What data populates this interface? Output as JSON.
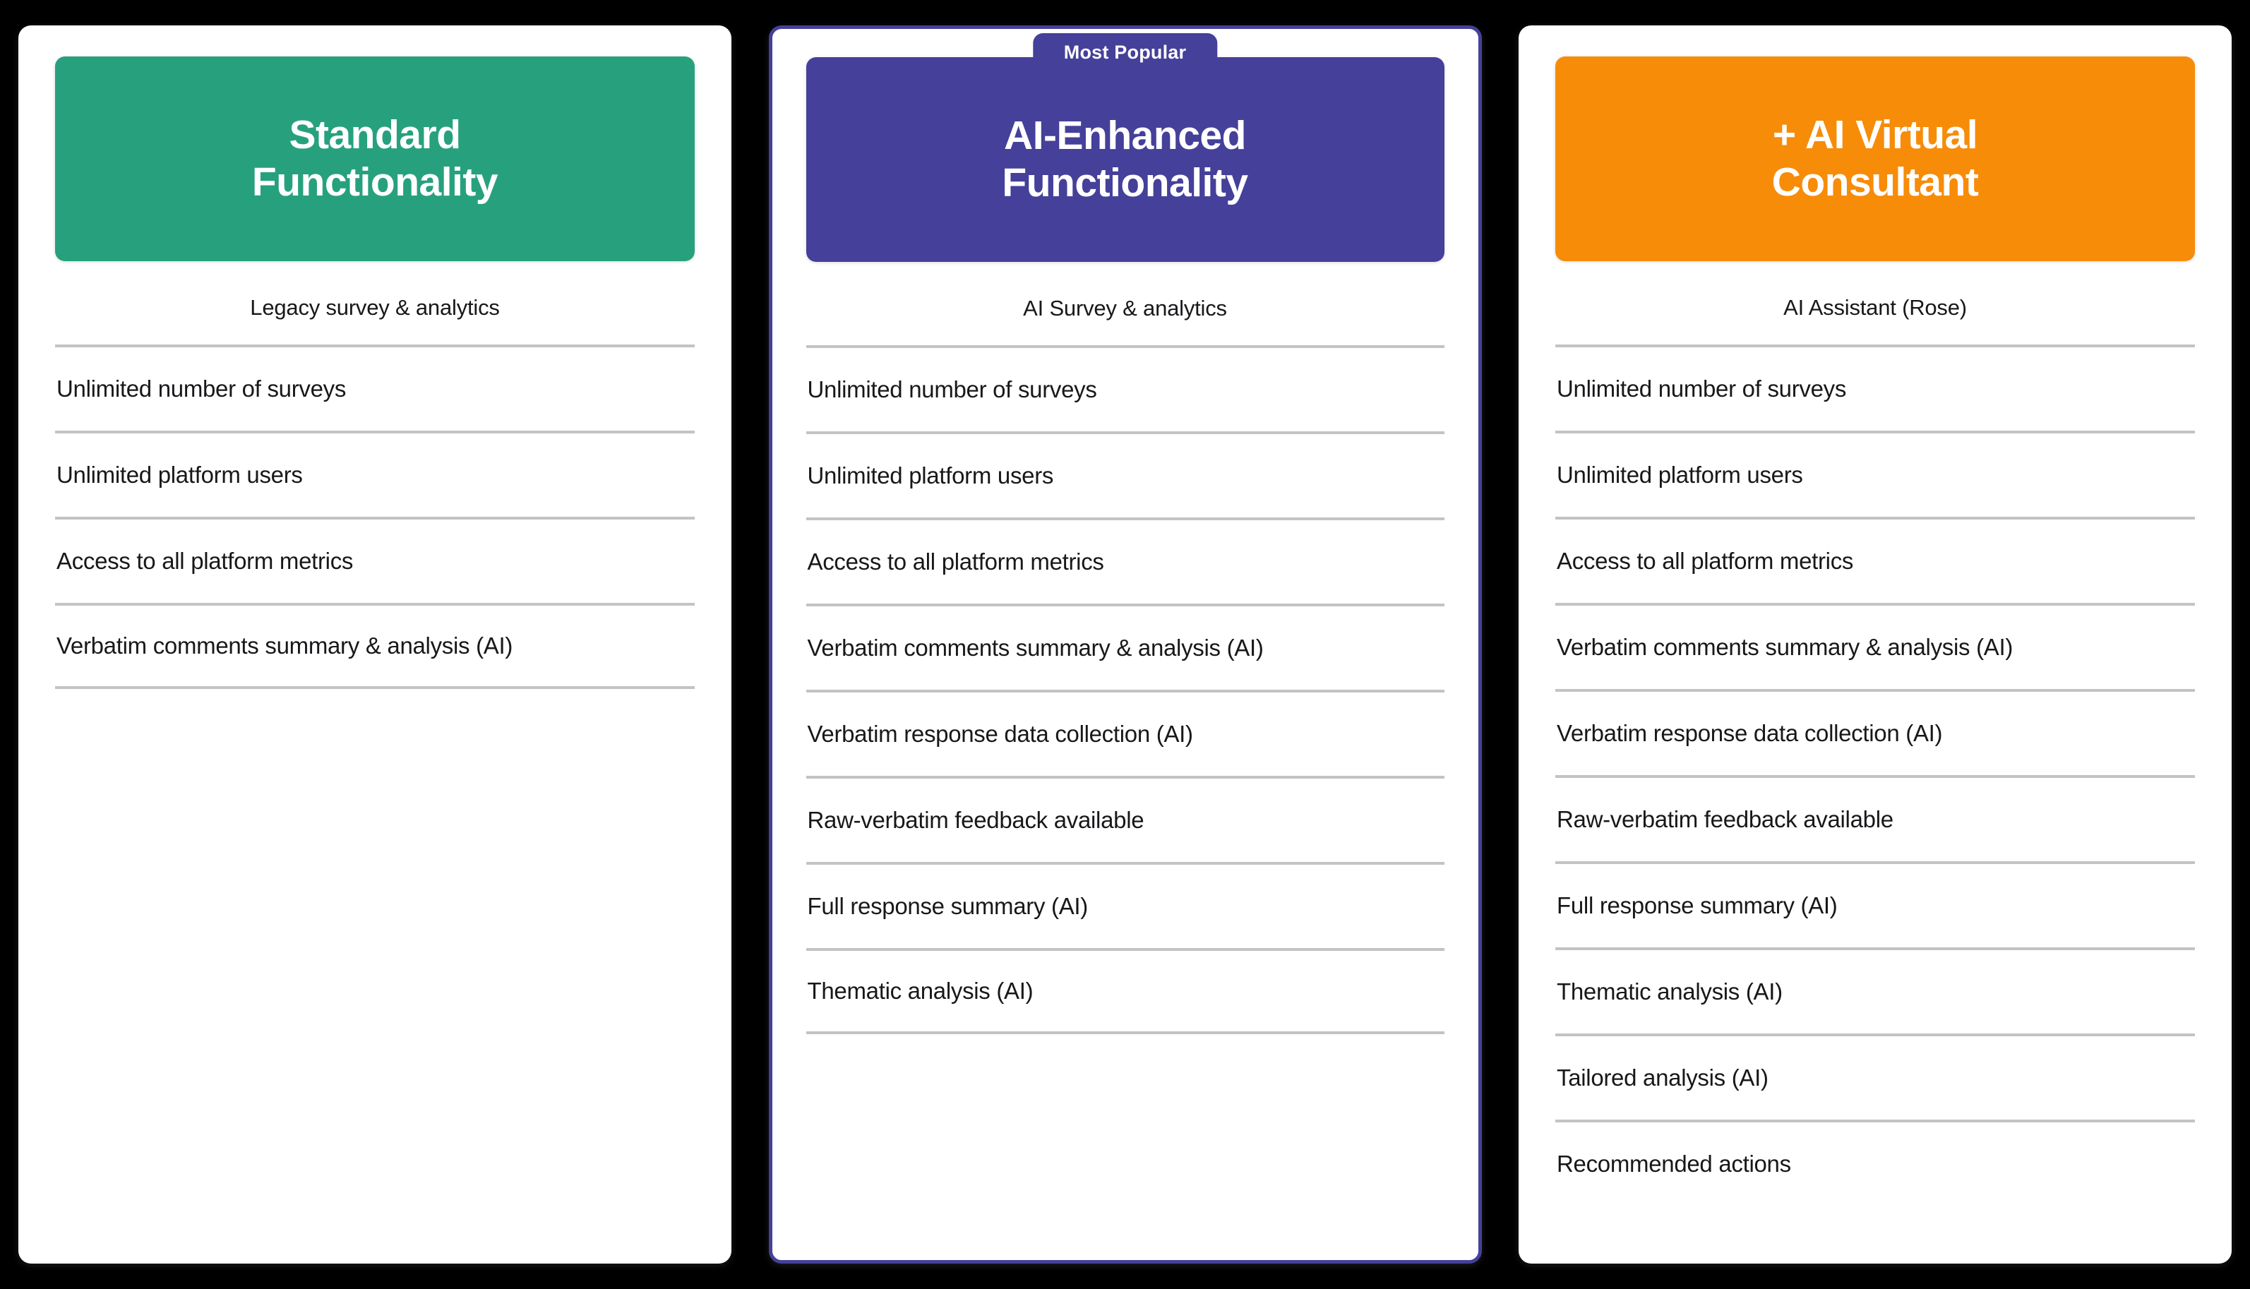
{
  "background_color": "#000000",
  "badge": {
    "label": "Most Popular",
    "color": "#454099"
  },
  "plans": [
    {
      "id": "standard-functionality",
      "title": "Standard Functionality",
      "title_line1": "Standard",
      "title_line2": "Functionality",
      "subtitle": "Legacy survey & analytics",
      "header_color": "#27A17D",
      "featured": false,
      "features": [
        "Unlimited number of surveys",
        "Unlimited platform users",
        "Access to all platform metrics",
        "Verbatim comments summary & analysis (AI)"
      ]
    },
    {
      "id": "ai-enhanced-functionality",
      "title": "AI-Enhanced Functionality",
      "title_line1": "AI-Enhanced",
      "title_line2": "Functionality",
      "subtitle": "AI Survey & analytics",
      "header_color": "#454099",
      "featured": true,
      "features": [
        "Unlimited number of surveys",
        "Unlimited platform users",
        "Access to all platform metrics",
        "Verbatim comments summary & analysis (AI)",
        "Verbatim response data collection (AI)",
        "Raw-verbatim feedback available",
        "Full response summary (AI)",
        "Thematic analysis (AI)"
      ]
    },
    {
      "id": "ai-virtual-consultant",
      "title": "+ AI Virtual Consultant",
      "title_line1": "+ AI Virtual",
      "title_line2": "Consultant",
      "subtitle": "AI Assistant (Rose)",
      "header_color": "#F78C09",
      "featured": false,
      "features": [
        "Unlimited number of surveys",
        "Unlimited platform users",
        "Access to all platform metrics",
        "Verbatim comments summary & analysis (AI)",
        "Verbatim response data collection (AI)",
        "Raw-verbatim feedback available",
        "Full response summary (AI)",
        "Thematic analysis (AI)",
        "Tailored analysis (AI)",
        "Recommended actions"
      ]
    }
  ]
}
